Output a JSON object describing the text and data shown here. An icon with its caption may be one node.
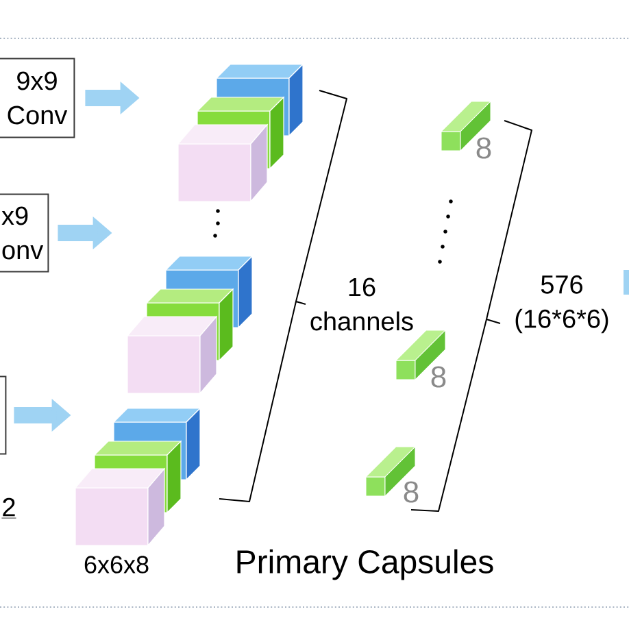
{
  "diagram": {
    "nodes": [
      {
        "text": [
          "9x9 Conv"
        ]
      },
      {
        "text": [
          "x9 onv"
        ]
      },
      {
        "text": [],
        "shape": "box"
      },
      {
        "text": [],
        "shape": "picture"
      },
      {
        "text": [],
        "shape": "picture"
      },
      {
        "text": [],
        "shape": "picture",
        "beside": [
          "6x6x8"
        ]
      }
    ],
    "edges": [
      {
        "from": 0,
        "to": 3,
        "arrow": "to"
      },
      {
        "from": 1,
        "to": 4,
        "arrow": "to"
      },
      {
        "from": 2,
        "to": 5,
        "arrow": "to"
      }
    ],
    "labels": [
      "8",
      "16 channels",
      "576 (16*6*6)",
      "8",
      "8",
      "2",
      "Primary Capsules"
    ]
  }
}
